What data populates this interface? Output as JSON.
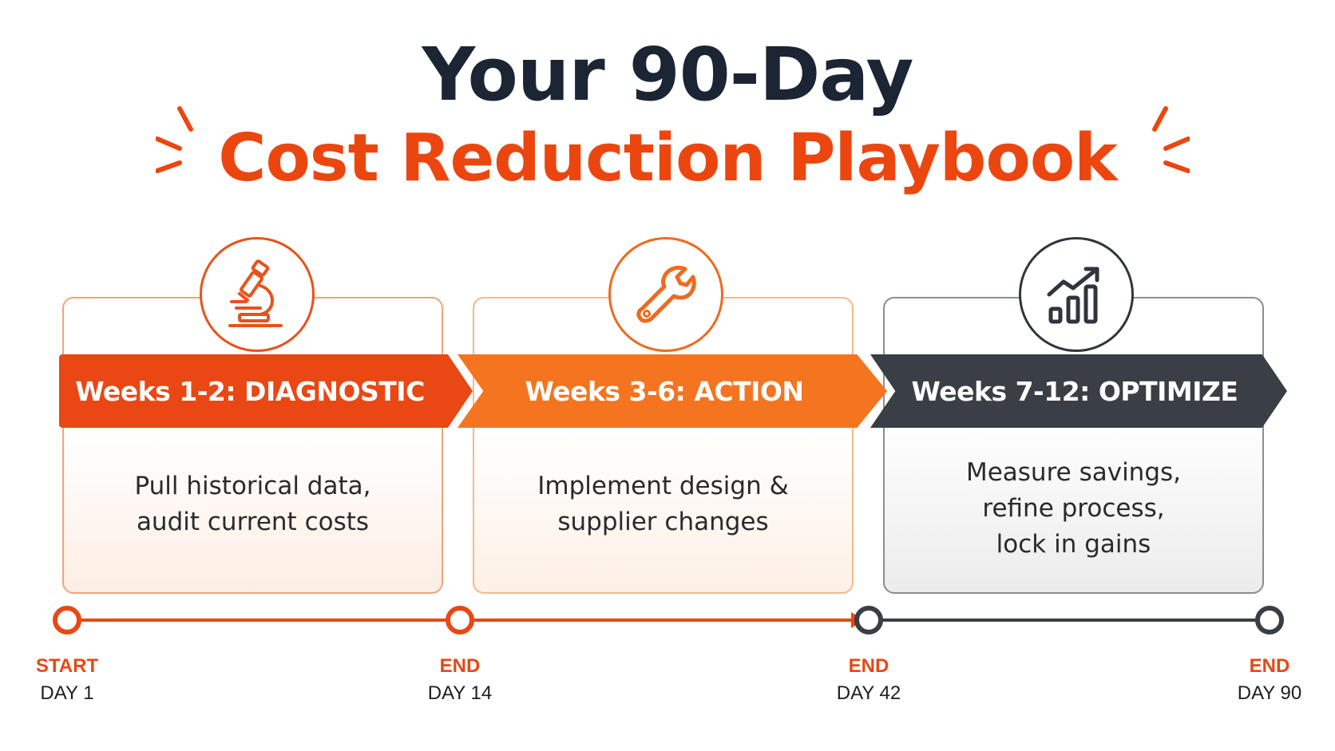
{
  "title": {
    "line1": "Your 90-Day",
    "line2": "Cost Reduction Playbook"
  },
  "colors": {
    "primary_orange": "#e94714",
    "secondary_orange": "#f47420",
    "dark": "#3a3e45",
    "title_dark": "#1b2533"
  },
  "phases": [
    {
      "icon": "microscope-icon",
      "label": "Weeks 1-2: DIAGNOSTIC",
      "description_line1": "Pull historical data,",
      "description_line2": "audit current costs"
    },
    {
      "icon": "wrench-icon",
      "label": "Weeks 3-6: ACTION",
      "description_line1": "Implement design &",
      "description_line2": "supplier changes"
    },
    {
      "icon": "growth-chart-icon",
      "label": "Weeks 7-12: OPTIMIZE",
      "description_line1": "Measure savings,",
      "description_line2": "refine process,",
      "description_line3": "lock in gains"
    }
  ],
  "milestones": [
    {
      "top": "START",
      "bottom": "DAY 1"
    },
    {
      "top": "END",
      "bottom": "DAY 14"
    },
    {
      "top": "END",
      "bottom": "DAY 42"
    },
    {
      "top": "END",
      "bottom": "DAY 90"
    }
  ]
}
